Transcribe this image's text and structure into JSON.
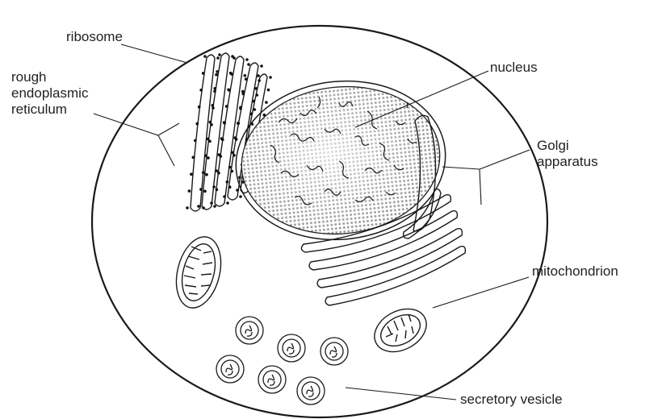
{
  "diagram": {
    "labels": {
      "ribosome": "ribosome",
      "rer_line1": "rough",
      "rer_line2": "endoplasmic",
      "rer_line3": "reticulum",
      "nucleus": "nucleus",
      "golgi_line1": "Golgi",
      "golgi_line2": "apparatus",
      "mitochondrion": "mitochondrion",
      "secretory_vesicle": "secretory vesicle"
    },
    "colors": {
      "stroke": "#1a1a1a",
      "nucleus_fill": "#b8b8b8",
      "background": "#ffffff"
    }
  }
}
